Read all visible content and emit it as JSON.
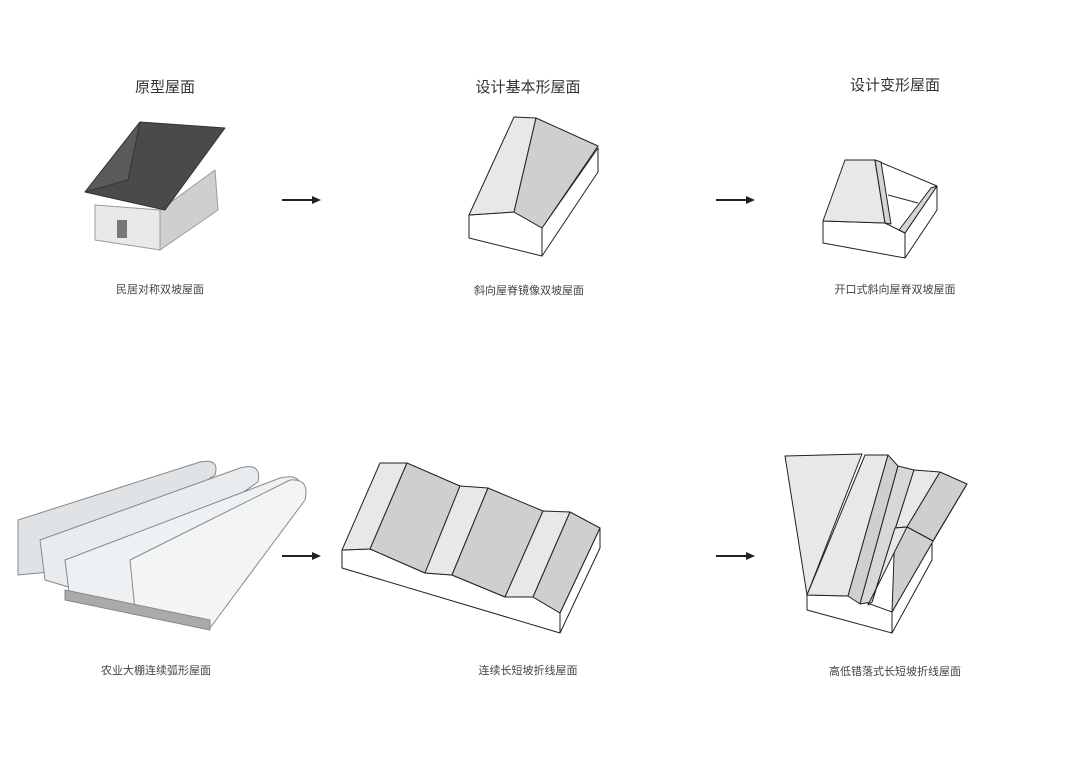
{
  "headers": {
    "original": "原型屋面",
    "basic": "设计基本形屋面",
    "variant": "设计变形屋面"
  },
  "captions": {
    "row1": [
      "民居对称双坡屋面",
      "斜向屋脊镜像双坡屋面",
      "开口式斜向屋脊双坡屋面"
    ],
    "row2": [
      "农业大棚连续弧形屋面",
      "连续长短坡折线屋面",
      "高低错落式长短坡折线屋面"
    ]
  },
  "colors": {
    "light": "#e8e8e8",
    "dark": "#cfcfcf",
    "wall": "#ffffff",
    "roofPhoto": "#4a4a4a"
  }
}
